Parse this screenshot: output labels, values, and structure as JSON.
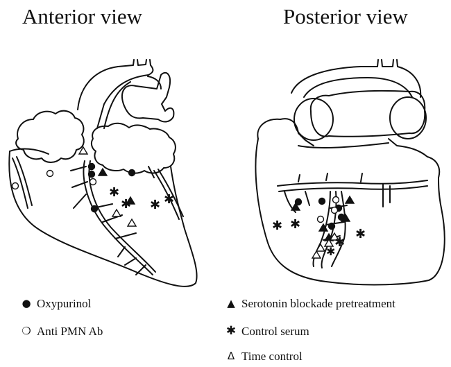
{
  "titles": {
    "anterior": "Anterior view",
    "posterior": "Posterior view"
  },
  "legend": [
    {
      "symbol": "filled-circle",
      "glyph": "●",
      "label": "Oxypurinol"
    },
    {
      "symbol": "open-circle",
      "glyph": "❍",
      "label": "Anti PMN Ab"
    },
    {
      "symbol": "filled-triangle",
      "glyph": "▲",
      "label": "Serotonin blockade pretreatment"
    },
    {
      "symbol": "asterisk",
      "glyph": "✱",
      "label": "Control serum"
    },
    {
      "symbol": "open-triangle",
      "glyph": "∆",
      "label": "Time control"
    }
  ],
  "colors": {
    "ink": "#111111",
    "background": "#ffffff"
  }
}
